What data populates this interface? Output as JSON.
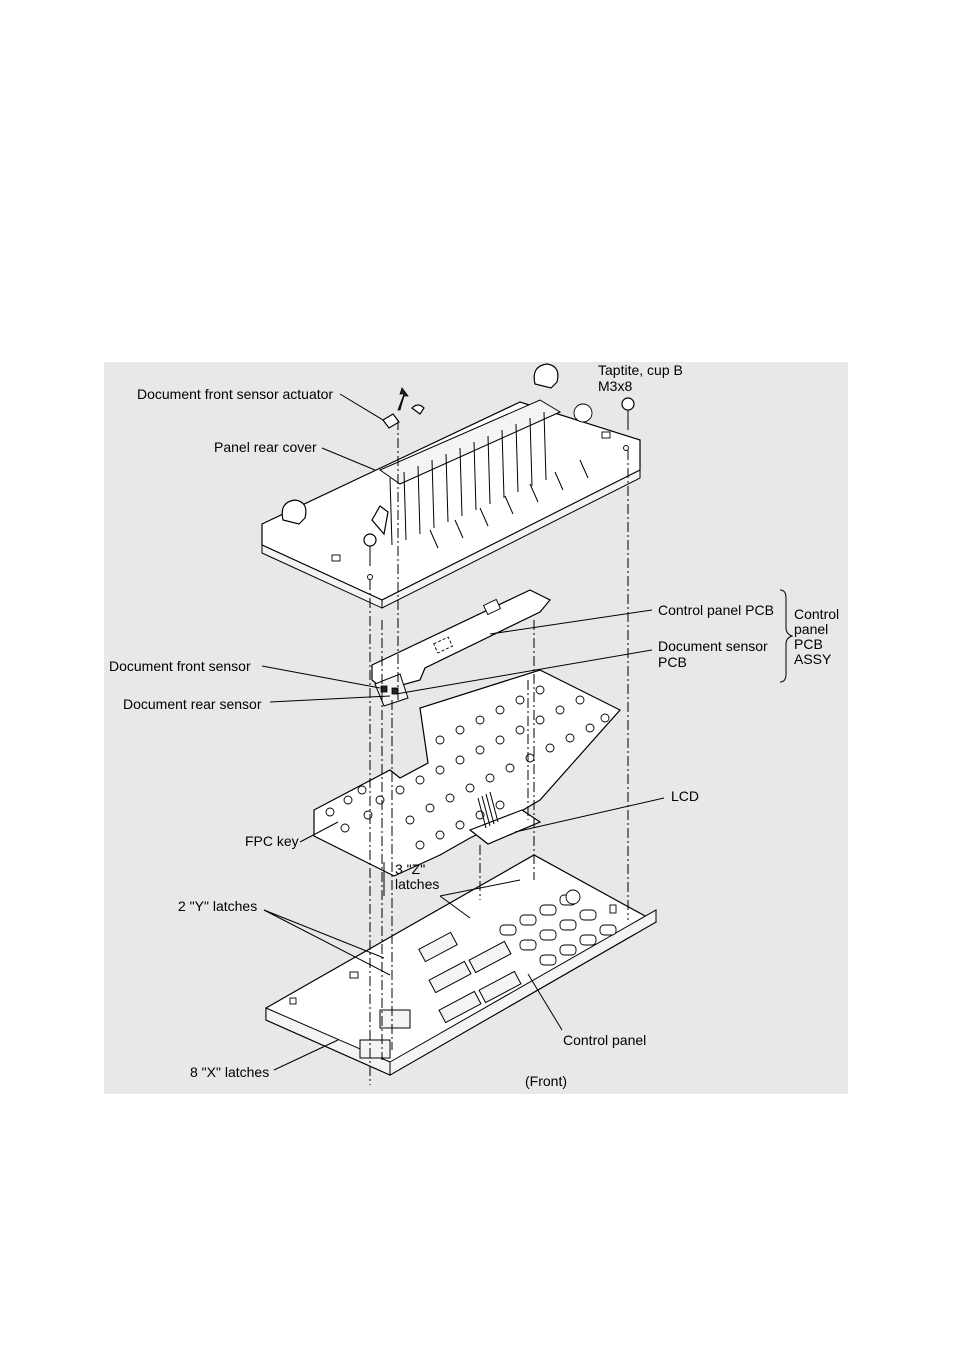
{
  "labels": {
    "screw_line1": "Taptite, cup B",
    "screw_line2": "M3x8",
    "actuator": "Document front sensor actuator",
    "rear_cover": "Panel rear cover",
    "control_pcb": "Control panel PCB",
    "assy_line1": "Control",
    "assy_line2": "panel",
    "assy_line3": "PCB",
    "assy_line4": "ASSY",
    "sensor_pcb_line1": "Document sensor",
    "sensor_pcb_line2": "PCB",
    "front_sensor": "Document front sensor",
    "rear_sensor": "Document rear sensor",
    "lcd": "LCD",
    "fpc_key": "FPC key",
    "z_latches_line1": "3 \"Z\"",
    "z_latches_line2": "latches",
    "y_latches": "2 \"Y\" latches",
    "control_panel": "Control panel",
    "x_latches": "8 \"X\" latches",
    "front": "(Front)"
  }
}
